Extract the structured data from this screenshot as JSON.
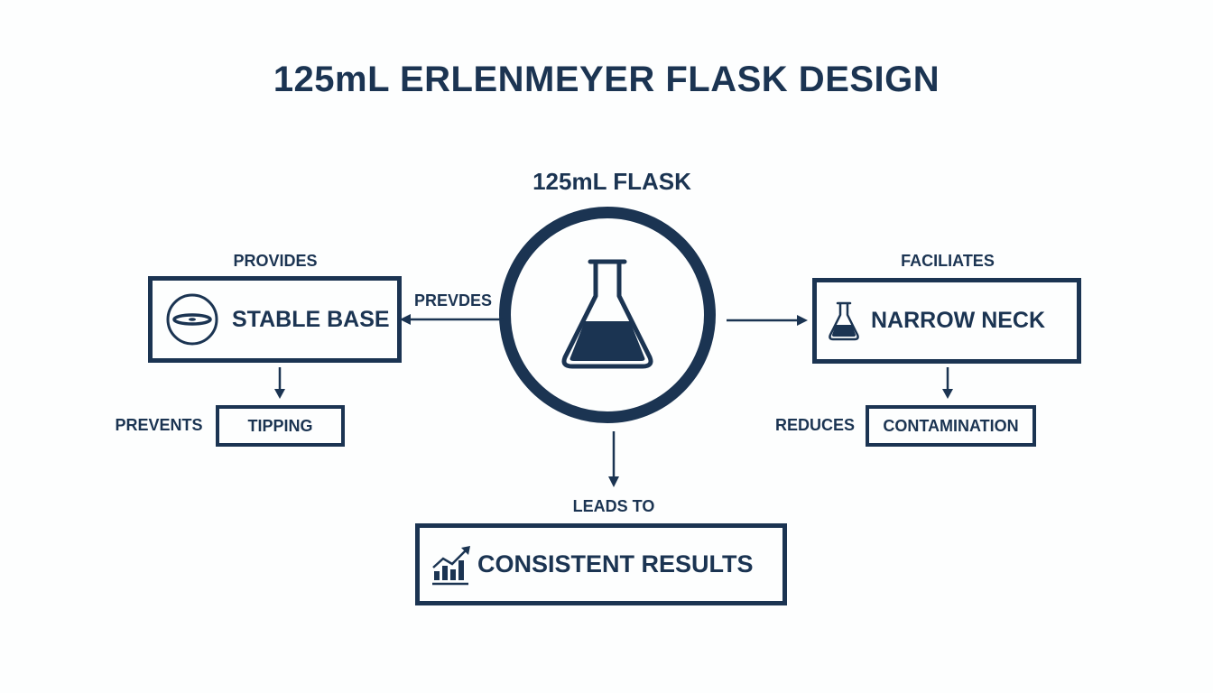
{
  "title": "125mL ERLENMEYER FLASK DESIGN",
  "center": {
    "label": "125mL FLASK",
    "icon": "erlenmeyer-flask-icon"
  },
  "left": {
    "top_label": "PROVIDES",
    "arrow_label": "PREVDES",
    "box_label": "STABLE BASE",
    "icon": "stable-base-icon",
    "sub_label": "PREVENTS",
    "sub_box": "TIPPING"
  },
  "right": {
    "top_label": "FACILIATES",
    "box_label": "NARROW NECK",
    "icon": "flask-icon",
    "sub_label": "REDUCES",
    "sub_box": "CONTAMINATION"
  },
  "bottom": {
    "arrow_label": "LEADS TO",
    "box_label": "CONSISTENT RESULTS",
    "icon": "growth-chart-icon"
  },
  "colors": {
    "primary": "#1b3452",
    "background": "#fdfefe"
  }
}
